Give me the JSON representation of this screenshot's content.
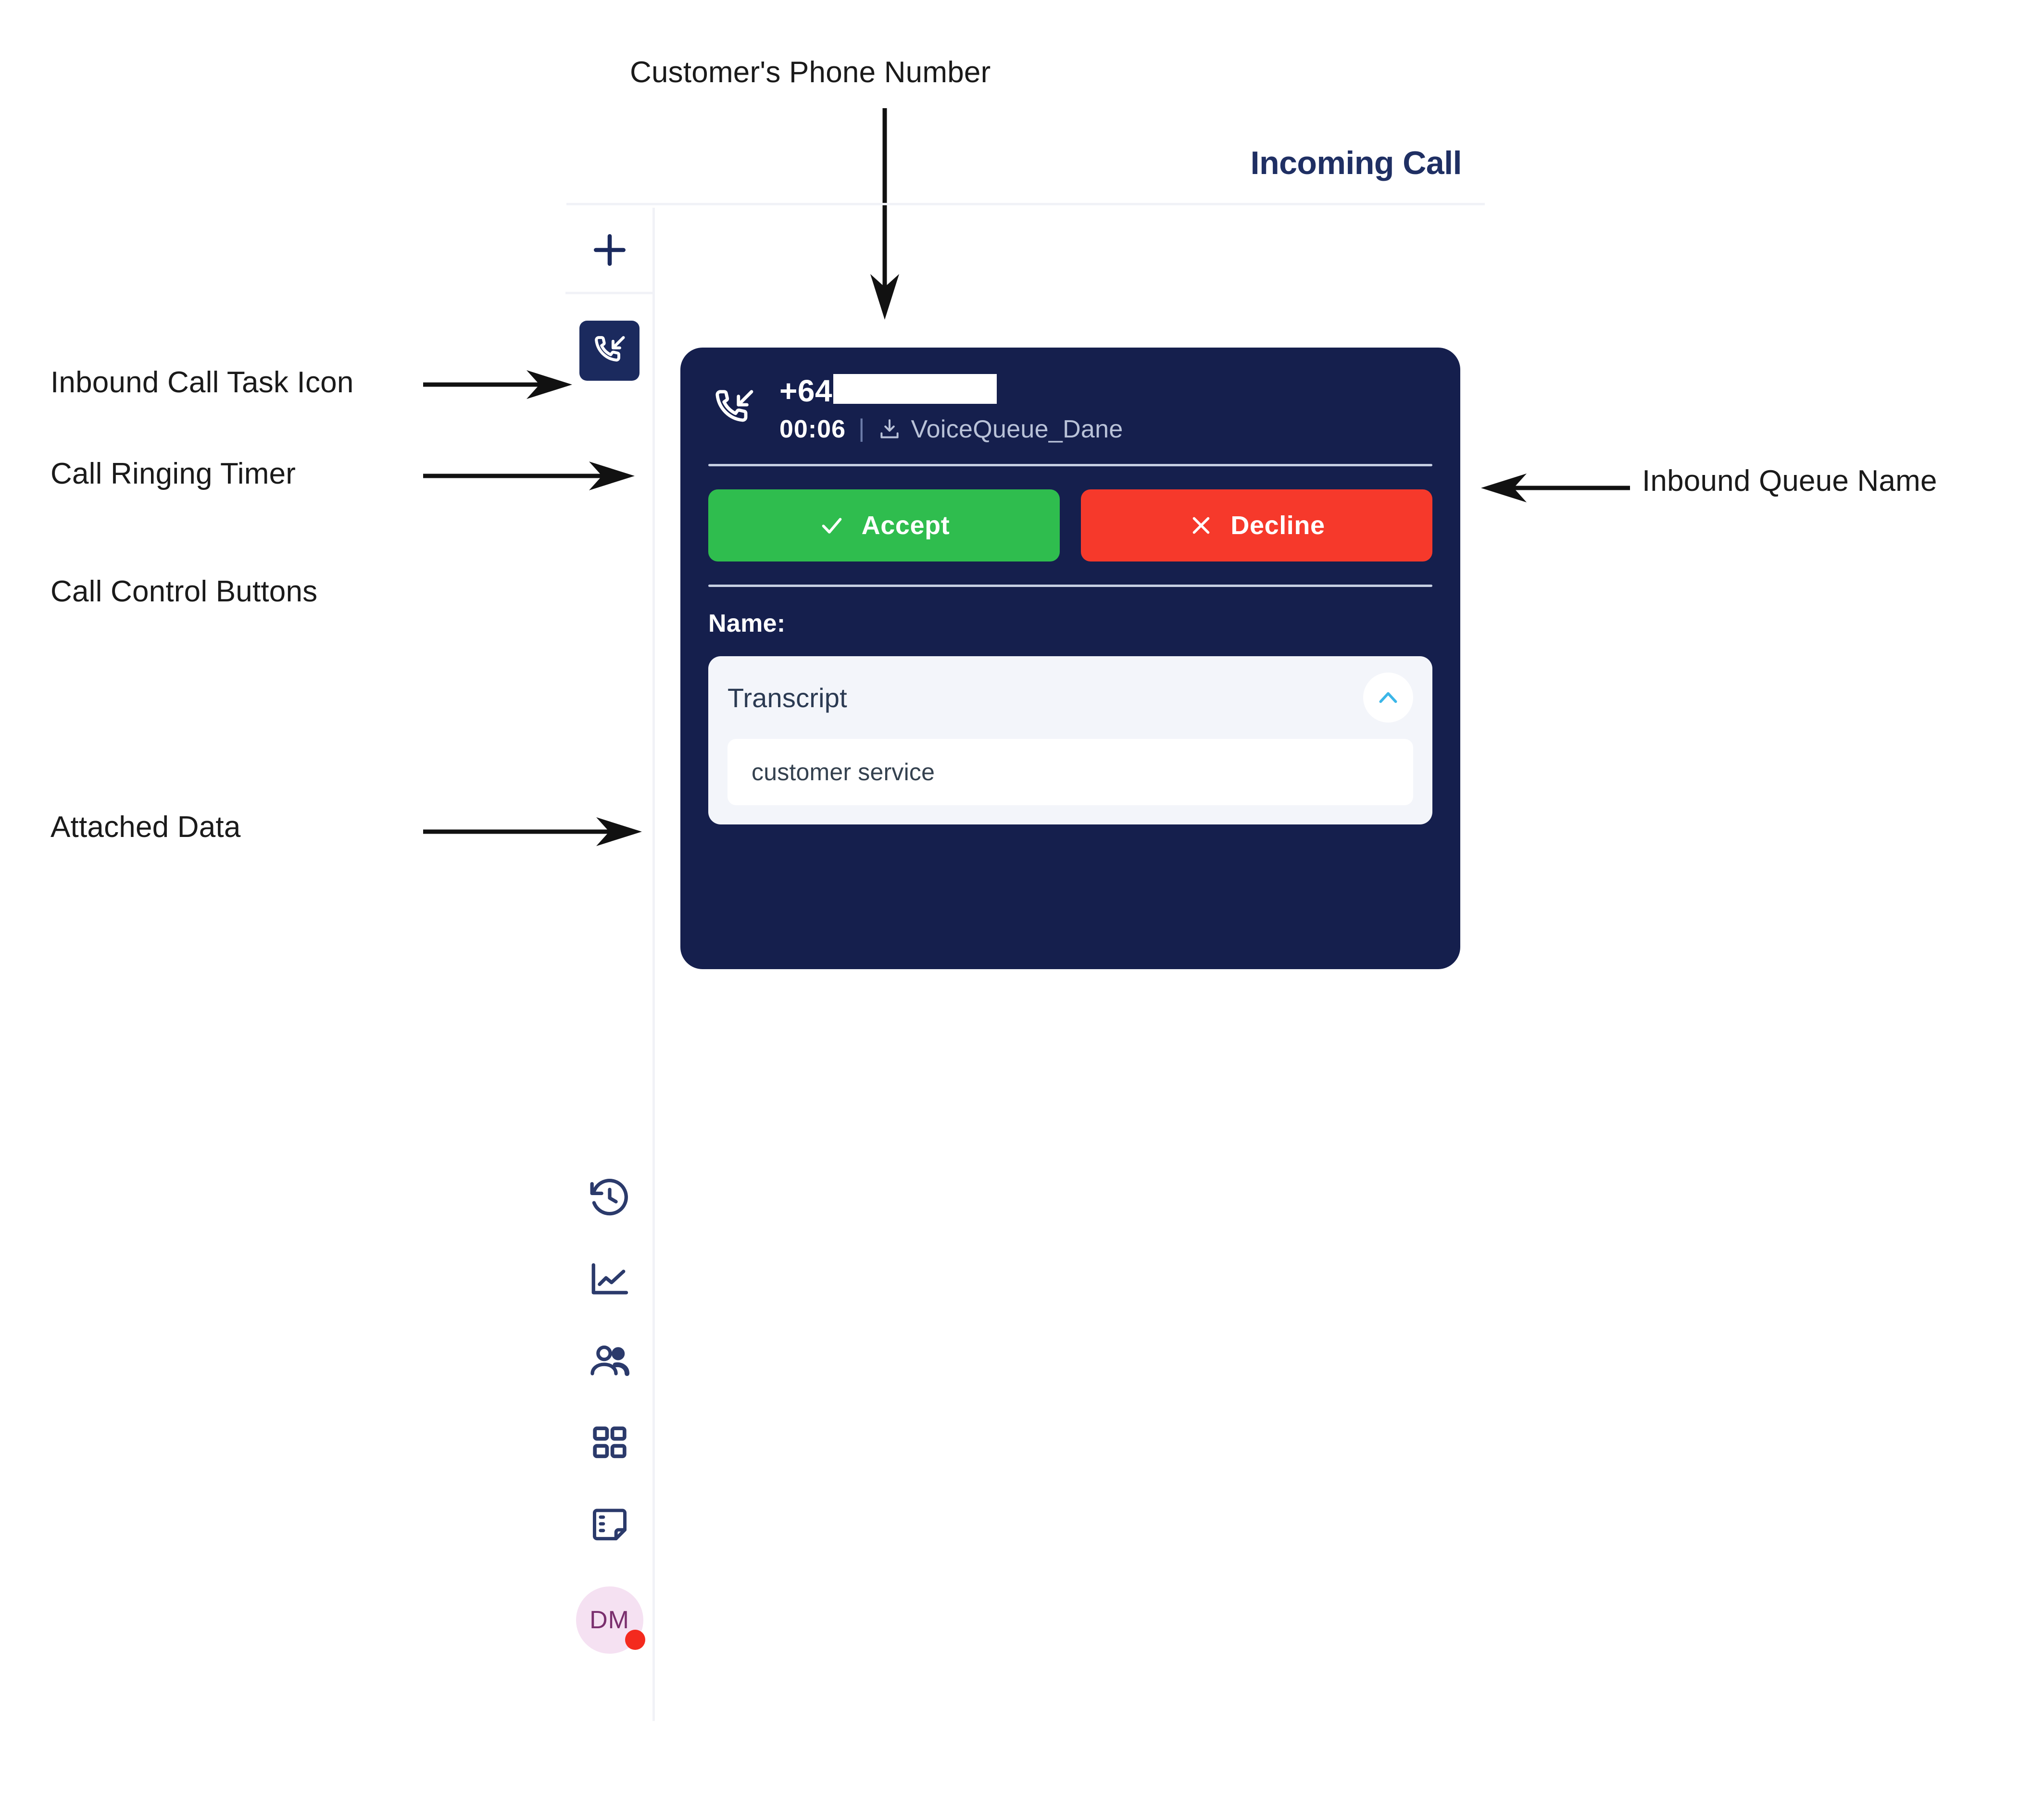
{
  "annotations": [
    {
      "id": "customer-phone-number",
      "label": "Customer's Phone Number"
    },
    {
      "id": "inbound-call-task-icon",
      "label": "Inbound Call Task Icon"
    },
    {
      "id": "call-ringing-timer",
      "label": "Call Ringing Timer"
    },
    {
      "id": "call-control-buttons",
      "label": "Call Control Buttons"
    },
    {
      "id": "attached-data",
      "label": "Attached Data"
    },
    {
      "id": "inbound-queue-name",
      "label": "Inbound Queue Name"
    }
  ],
  "header": {
    "title": "Incoming Call"
  },
  "sidebar": {
    "add_icon": "plus-icon",
    "task_icon": "inbound-call-icon",
    "nav": [
      {
        "icon": "history-clock-icon",
        "name": "history"
      },
      {
        "icon": "line-chart-icon",
        "name": "analytics"
      },
      {
        "icon": "contacts-people-icon",
        "name": "contacts"
      },
      {
        "icon": "apps-grid-icon",
        "name": "apps"
      },
      {
        "icon": "notes-directory-icon",
        "name": "notes"
      }
    ],
    "avatar": {
      "initials": "DM",
      "status": "busy",
      "status_color": "#f42a1e",
      "background_color": "#f5e1f2",
      "text_color": "#7a2f6e"
    }
  },
  "call_card": {
    "direction_icon": "inbound-call-icon",
    "phone_number_prefix": "+64",
    "phone_number_redacted": true,
    "ringing_timer": "00:06",
    "meta_separator": "|",
    "queue_icon": "inbound-queue-icon",
    "queue_name": "VoiceQueue_Dane",
    "buttons": {
      "accept": {
        "label": "Accept",
        "icon": "check-icon",
        "color": "#2fbd4e"
      },
      "decline": {
        "label": "Decline",
        "icon": "x-icon",
        "color": "#f6392b"
      }
    },
    "name_field_label": "Name:",
    "name_field_value": "",
    "attached_data": {
      "title": "Transcript",
      "collapse_icon": "chevron-up-icon",
      "value": "customer service"
    },
    "background_color": "#151f4d"
  }
}
